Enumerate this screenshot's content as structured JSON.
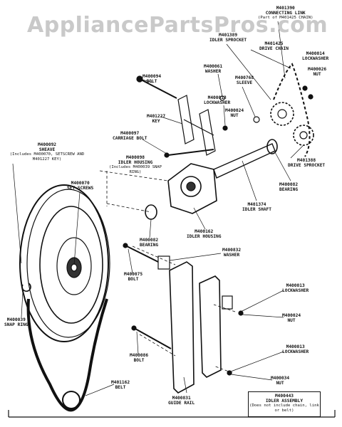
{
  "watermark": "AppliancePartsPros.com",
  "parts": {
    "connecting_link": {
      "pn": "M401390",
      "name": "CONNECTING LINK",
      "note": "(Part of M401425 CHAIN)"
    },
    "idler_sprocket": {
      "pn": "M401389",
      "name": "IDLER SPROCKET"
    },
    "drive_chain": {
      "pn": "M401425",
      "name": "DRIVE CHAIN"
    },
    "lockwasher_top_right": {
      "pn": "M400014",
      "name": "LOCKWASHER"
    },
    "nut_top_right": {
      "pn": "M400026",
      "name": "NUT"
    },
    "bolt_top": {
      "pn": "M400094",
      "name": "BOLT"
    },
    "washer_top": {
      "pn": "M400061",
      "name": "WASHER"
    },
    "sleeve": {
      "pn": "M400768",
      "name": "SLEEVE"
    },
    "lockwasher_top": {
      "pn": "M400013",
      "name": "LOCKWASHER"
    },
    "nut_top": {
      "pn": "M400024",
      "name": "NUT"
    },
    "key": {
      "pn": "M401227",
      "name": "KEY"
    },
    "carriage_bolt": {
      "pn": "M400097",
      "name": "CARRIAGE BOLT"
    },
    "sheave": {
      "pn": "M400092",
      "name": "SHEAVE",
      "note": "(Includes M400070, SETSCREW AND M401227 KEY)"
    },
    "idler_housing_asm": {
      "pn": "M400098",
      "name": "IDLER HOUSING",
      "note": "(Includes M400039 SNAP RING)"
    },
    "drive_sprocket": {
      "pn": "M401388",
      "name": "DRIVE SPROCKET"
    },
    "set_screws": {
      "pn": "M400070",
      "name": "SET SCREWS"
    },
    "bearing_right": {
      "pn": "M400082",
      "name": "BEARING"
    },
    "idler_shaft": {
      "pn": "M401374",
      "name": "IDLER SHAFT"
    },
    "idler_housing": {
      "pn": "M400162",
      "name": "IDLER HOUSING"
    },
    "bearing_left": {
      "pn": "M400082",
      "name": "BEARING"
    },
    "washer_mid": {
      "pn": "M400832",
      "name": "WASHER"
    },
    "bolt_mid": {
      "pn": "M400075",
      "name": "BOLT"
    },
    "lockwasher_mid": {
      "pn": "M400013",
      "name": "LOCKWASHER"
    },
    "snap_ring": {
      "pn": "M400039",
      "name": "SNAP RING"
    },
    "nut_mid": {
      "pn": "M400024",
      "name": "NUT"
    },
    "lockwasher_low": {
      "pn": "M400013",
      "name": "LOCKWASHER"
    },
    "bolt_low": {
      "pn": "M400086",
      "name": "BOLT"
    },
    "belt": {
      "pn": "M401162",
      "name": "BELT"
    },
    "nut_low": {
      "pn": "M400034",
      "name": "NUT"
    },
    "guide_rail": {
      "pn": "M400831",
      "name": "GUIDE RAIL"
    },
    "idler_assembly": {
      "pn": "M400443",
      "name": "IDLER ASSEMBLY",
      "note": "(Does not include chain, link or belt)"
    }
  }
}
